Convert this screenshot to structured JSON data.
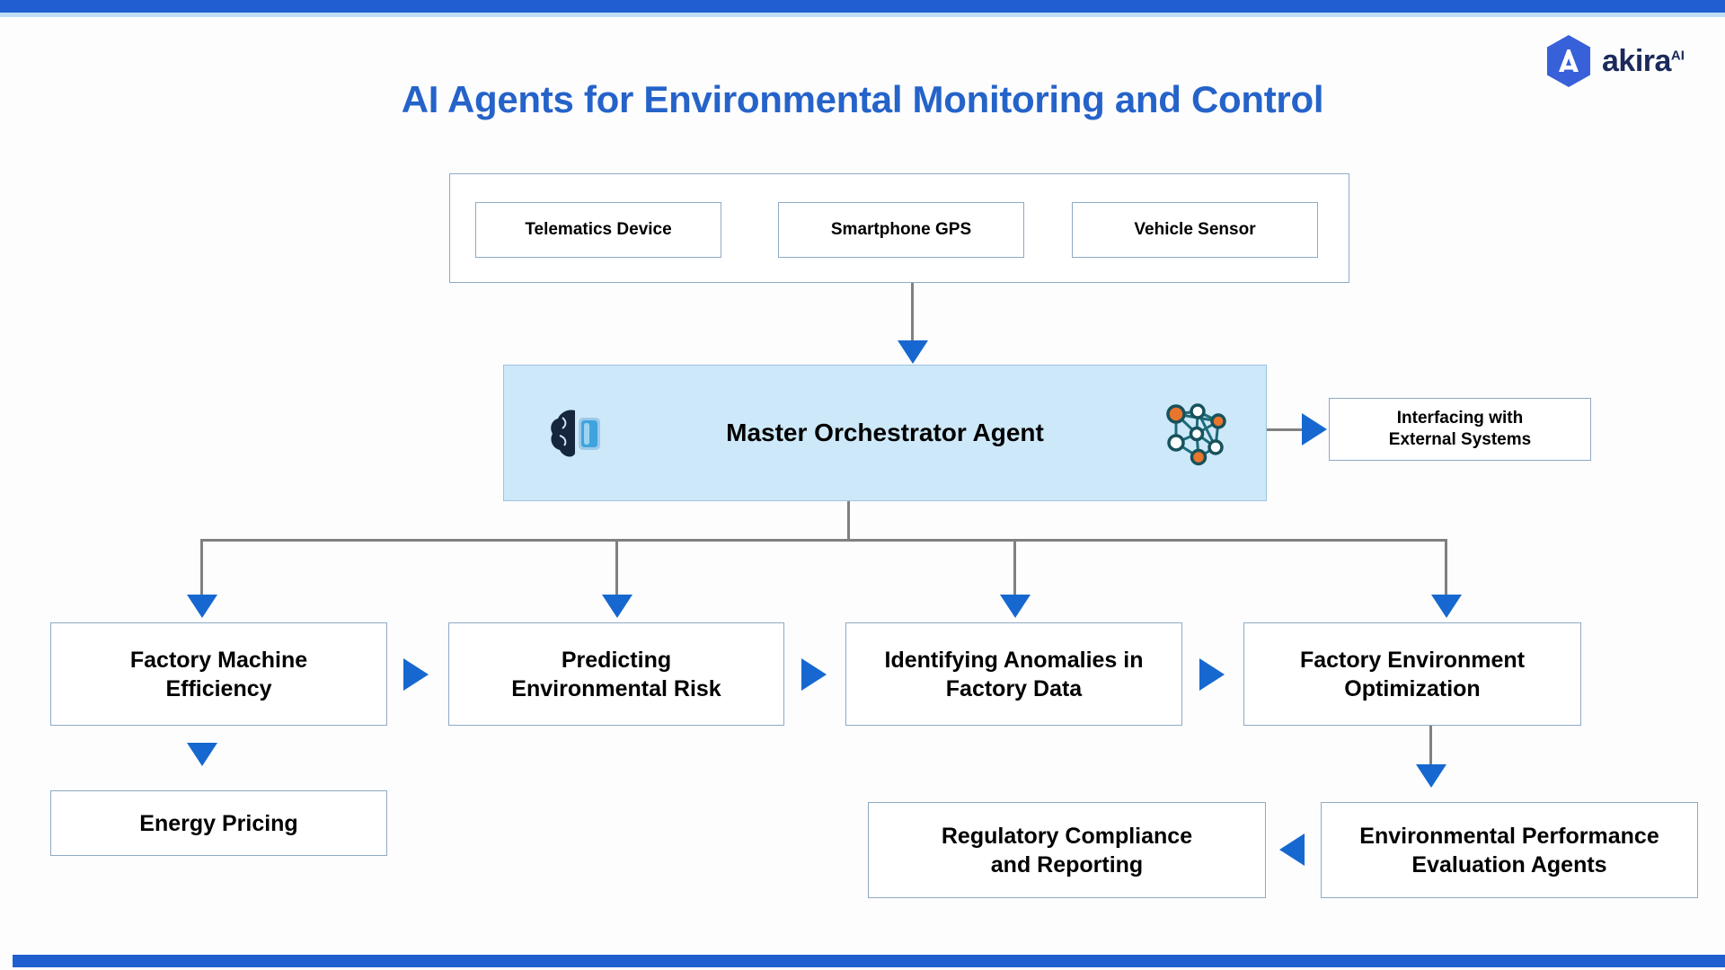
{
  "page": {
    "title": "AI Agents for Environmental Monitoring and Control",
    "title_color": "#2563c9",
    "background_color": "#fdfdfe",
    "top_bar_color": "#1f5fd0",
    "bottom_bar_color": "#1f5fd0"
  },
  "logo": {
    "name": "akira",
    "superscript": "AI",
    "mark_icon": "akira-hexagon-a-logo",
    "mark_color": "#3860d8",
    "text_color": "#1b2a5b"
  },
  "sources": {
    "group_name": "data-sources-group",
    "items": [
      {
        "label": "Telematics Device"
      },
      {
        "label": "Smartphone GPS"
      },
      {
        "label": "Vehicle Sensor"
      }
    ]
  },
  "orchestrator": {
    "label": "Master Orchestrator Agent",
    "fill_color": "#cde8f9",
    "border_color": "#9cc4e0",
    "left_icon": "brain-chip-icon",
    "right_icon": "neural-network-icon",
    "network_node_colors": [
      "#e8762c",
      "#ffffff"
    ],
    "network_link_color": "#1d6b78"
  },
  "interfacing": {
    "line1": "Interfacing with",
    "line2": "External Systems"
  },
  "agents": [
    {
      "line1": "Factory Machine",
      "line2": "Efficiency"
    },
    {
      "line1": "Predicting",
      "line2": "Environmental Risk"
    },
    {
      "line1": "Identifying Anomalies in",
      "line2": "Factory Data"
    },
    {
      "line1": "Factory Environment",
      "line2": "Optimization"
    }
  ],
  "outputs": {
    "energy_pricing": {
      "label": "Energy Pricing"
    },
    "regulatory": {
      "line1": "Regulatory Compliance",
      "line2": "and Reporting"
    },
    "environmental_performance": {
      "line1": "Environmental Performance",
      "line2": "Evaluation Agents"
    }
  },
  "connectors": {
    "line_color": "#808080",
    "arrow_color": "#1668d0"
  }
}
